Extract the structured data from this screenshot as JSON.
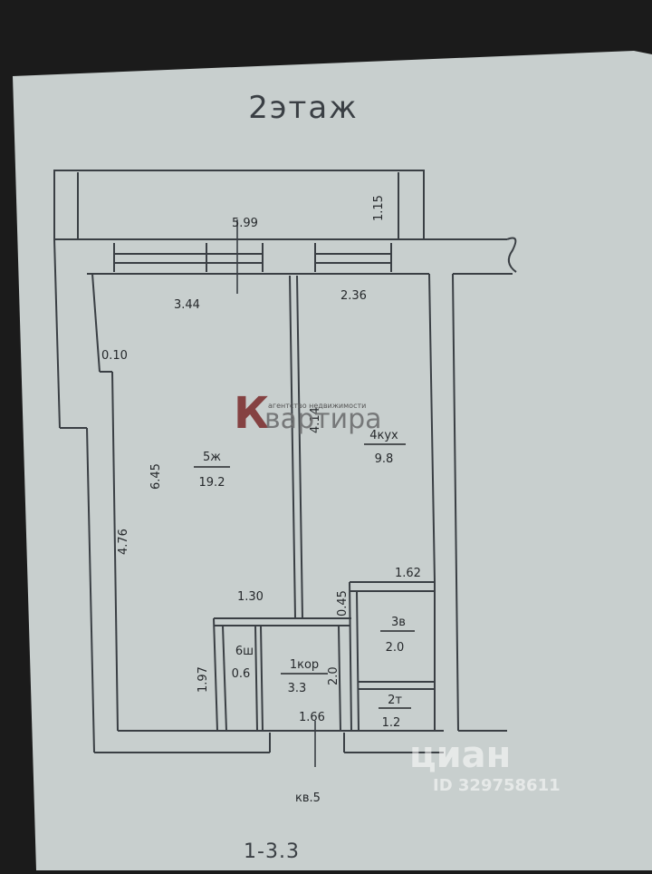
{
  "plan": {
    "floor_title": "2этаж",
    "apartment_label": "кв.5",
    "footer_line": "1-3.3",
    "rooms": [
      {
        "number": "5ж",
        "area": "19.2"
      },
      {
        "number": "4кух",
        "area": "9.8"
      },
      {
        "number": "3в",
        "area": "2.0"
      },
      {
        "number": "2т",
        "area": "1.2"
      },
      {
        "number": "1кор",
        "area": "3.3"
      },
      {
        "number": "6ш",
        "area": "0.6"
      }
    ],
    "dimensions": {
      "balcony_width": "5.99",
      "balcony_depth": "1.15",
      "living_width": "3.44",
      "kitchen_width": "2.36",
      "wall": "0.10",
      "living_length": "6.45",
      "living_lower": "4.76",
      "kitchen_length": "4.14",
      "bath_width": "1.62",
      "bath_offset": "0.45",
      "corridor_top": "1.30",
      "corridor_depth": "1.97",
      "corridor_side": "2.0",
      "corridor_bottom": "1.66"
    }
  },
  "watermark": {
    "brand": "Квартира",
    "tagline": "агентство недвижимости",
    "listing_brand": "циан",
    "listing_id": "ID 329758611"
  },
  "colors": {
    "paper": "#c8cfce",
    "line": "#3a3f44",
    "text": "#26292c",
    "brand_red": "#7a2a2a",
    "frame": "#1b1b1b"
  }
}
